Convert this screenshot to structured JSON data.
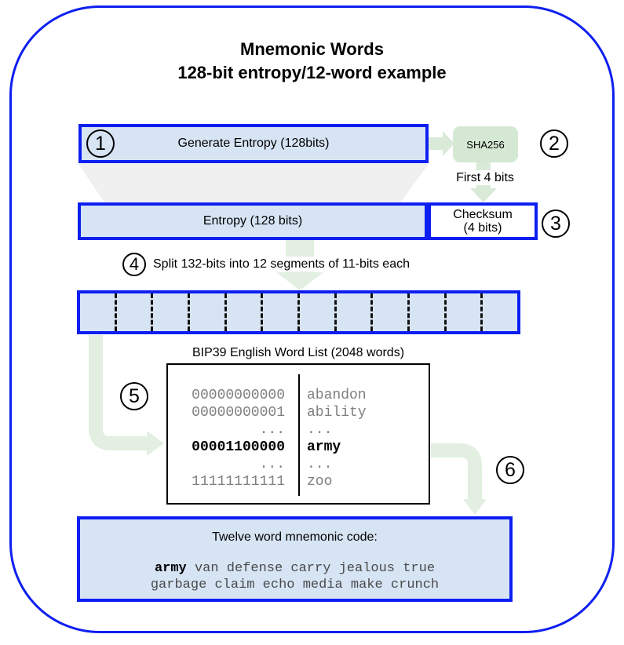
{
  "diagram_title": {
    "line1": "Mnemonic Words",
    "line2": "128-bit entropy/12-word example"
  },
  "step_numbers": {
    "step1": "1",
    "step2": "2",
    "step3": "3",
    "step4": "4",
    "step5": "5",
    "step6": "6"
  },
  "boxes": {
    "generate_entropy": "Generate Entropy (128bits)",
    "sha256": "SHA256",
    "first_4_bits": "First 4 bits",
    "entropy": "Entropy (128 bits)",
    "checksum_line1": "Checksum",
    "checksum_line2": "(4 bits)",
    "split_note": "Split 132-bits into 12 segments of 11-bits each"
  },
  "word_list": {
    "title": "BIP39 English Word List (2048 words)",
    "rows": [
      {
        "bits": "00000000000",
        "word": "abandon"
      },
      {
        "bits": "00000000001",
        "word": "ability"
      },
      {
        "bits": "...",
        "word": "..."
      },
      {
        "bits": "00001100000",
        "word": "army"
      },
      {
        "bits": "...",
        "word": "..."
      },
      {
        "bits": "11111111111",
        "word": "zoo"
      }
    ]
  },
  "mnemonic": {
    "title": "Twelve word mnemonic code:",
    "highlight_word": "army",
    "line1_rest": " van defense carry jealous true",
    "line2": "garbage claim echo media make crunch"
  },
  "colors": {
    "border_blue": "#0d1ff0",
    "fill_blue": "#d6e4f4",
    "fill_green": "#d5e8d4",
    "funnel_gray": "#f0f0f0",
    "dim_text": "#7f7f7f"
  }
}
